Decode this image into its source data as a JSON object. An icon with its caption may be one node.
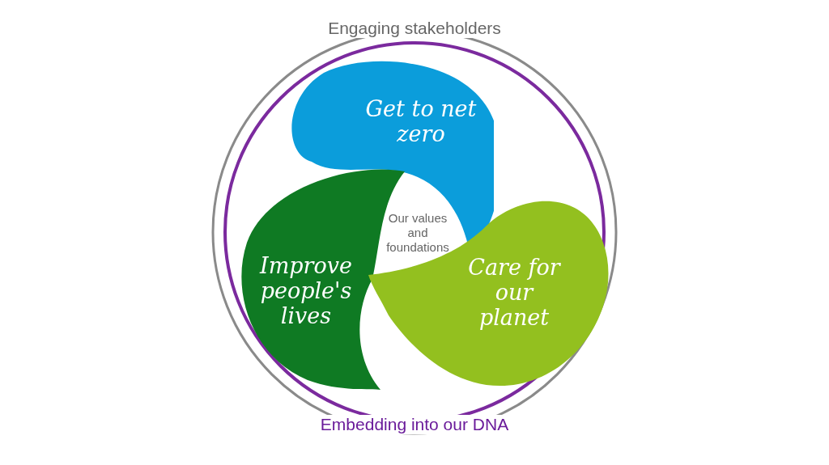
{
  "diagram": {
    "nodes": [
      {
        "text": [
          "Engaging stakeholders"
        ]
      },
      {
        "text": [
          "Embedding into our DNA"
        ],
        "in": 0
      },
      {
        "text": [
          "Get to net zero"
        ],
        "in": 1
      },
      {
        "text": [
          "Improve people's lives"
        ],
        "in": 1
      },
      {
        "text": [
          "Care for our planet"
        ],
        "in": 1
      }
    ],
    "labels": [
      "Our values and foundations"
    ]
  }
}
